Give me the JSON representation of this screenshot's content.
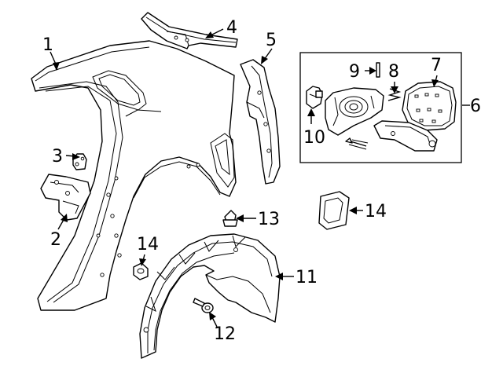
{
  "callouts": {
    "c1": "1",
    "c2": "2",
    "c3": "3",
    "c4": "4",
    "c5": "5",
    "c6": "6",
    "c7": "7",
    "c8": "8",
    "c9": "9",
    "c10": "10",
    "c11": "11",
    "c12": "12",
    "c13": "13",
    "c14a": "14",
    "c14b": "14"
  }
}
